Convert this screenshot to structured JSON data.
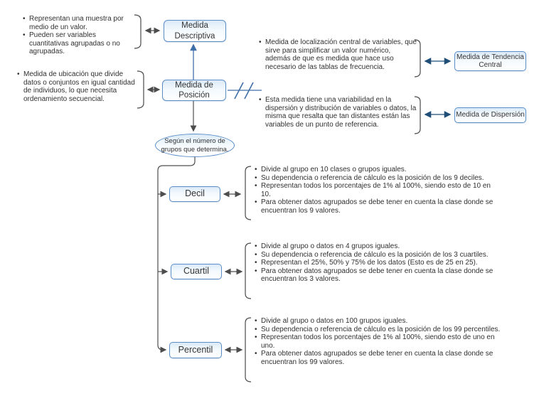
{
  "nodes": {
    "descriptiva": {
      "label": "Medida Descriptiva"
    },
    "posicion": {
      "label": "Medida de Posición"
    },
    "tendencia_central": {
      "label": "Medida de Tendencia Central"
    },
    "dispersion": {
      "label": "Medida de Dispersión"
    },
    "criterio": {
      "label": "Según el número de grupos que determina."
    },
    "decil": {
      "label": "Decil"
    },
    "cuartil": {
      "label": "Cuartil"
    },
    "percentil": {
      "label": "Percentil"
    }
  },
  "notes": {
    "descriptiva": {
      "bullets": [
        "Representan una muestra por medio de un valor.",
        "Pueden ser variables cuantitativas agrupadas o no agrupadas."
      ]
    },
    "posicion": {
      "bullets": [
        "Medida de ubicación que divide datos o conjuntos en igual cantidad de individuos, lo que necesita ordenamiento secuencial."
      ]
    },
    "tendencia_central": {
      "bullets": [
        "Medida de localización central de variables, que sirve para simplificar un valor numérico, además de que es medida que hace uso necesario de las tablas de frecuencia."
      ]
    },
    "dispersion": {
      "bullets": [
        "Esta medida tiene una variabilidad en la dispersión y distribución de variables o datos, la misma que resalta que tan distantes están las variables de un punto de referencia."
      ]
    },
    "decil": {
      "bullets": [
        "Divide al grupo en 10 clases o grupos iguales.",
        "Su dependencia o referencia de cálculo es la posición de los 9 deciles.",
        "Representan todos los porcentajes de 1% al 100%, siendo esto de 10 en 10.",
        "Para obtener datos agrupados se debe tener en cuenta la clase donde se encuentran los 9 valores."
      ]
    },
    "cuartil": {
      "bullets": [
        "Divide al grupo o datos en 4 grupos iguales.",
        "Su dependencia o referencia de cálculo es la posición de los 3 cuartiles.",
        "Representan el 25%, 50% y 75% de los datos (Esto es de 25 en 25).",
        "Para obtener datos agrupados se debe tener en cuenta la clase donde se encuentran los 3 valores."
      ]
    },
    "percentil": {
      "bullets": [
        "Divide al grupo o datos en 100 grupos iguales.",
        "Su dependencia o referencia de cálculo es la posición de los 99 percentiles.",
        "Representan todos los porcentajes de 1% al 100%, siendo esto de uno en uno.",
        "Para obtener datos agrupados se debe tener en cuenta la clase donde se encuentran los 99 valores."
      ]
    }
  },
  "colors": {
    "node_border": "#5b8ec9",
    "node_fill": "#dbeaf7",
    "connector_gray": "#4d4d4d",
    "connector_navy": "#1f4e79",
    "connector_blue": "#3f6fa8",
    "text": "#333333"
  }
}
